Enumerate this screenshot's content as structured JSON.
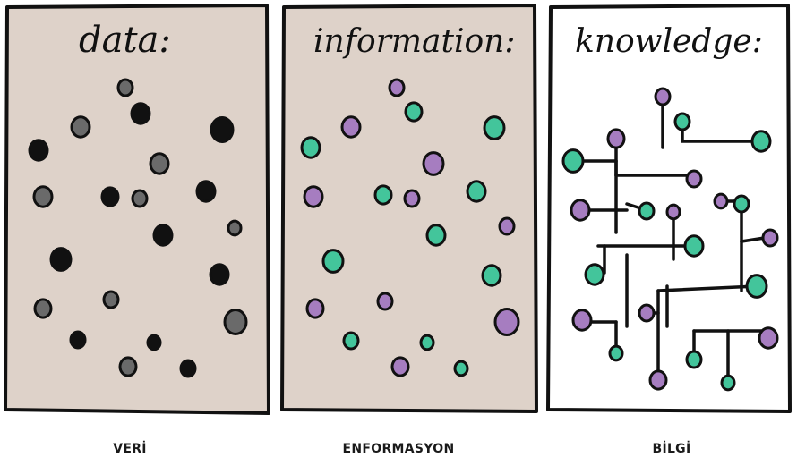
{
  "panels": [
    {
      "id": "data",
      "title": "data:",
      "caption": "VERİ"
    },
    {
      "id": "information",
      "title": "information:",
      "caption": "ENFORMASYON"
    },
    {
      "id": "knowledge",
      "title": "knowledge:",
      "caption": "BİLGİ"
    }
  ],
  "colors": {
    "panel_fill": "#ded2c9",
    "knowledge_fill": "#ffffff",
    "outline": "#111111",
    "dot_black": "#111111",
    "dot_gray": "#6a6a6a",
    "dot_green": "#43c59b",
    "dot_purple": "#a67dc0"
  }
}
